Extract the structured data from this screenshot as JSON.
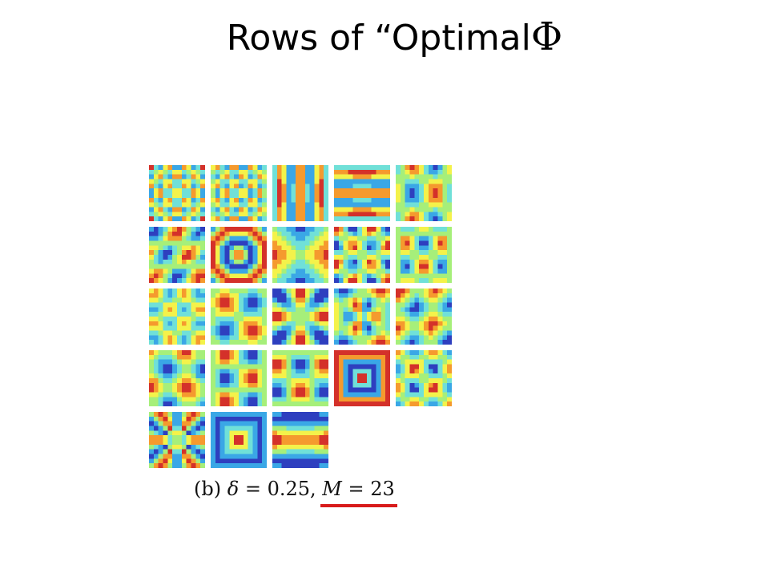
{
  "slide": {
    "title_text": "Rows of “Optimal",
    "title_symbol": "Φ"
  },
  "figure": {
    "rows": 5,
    "cols": 5,
    "tile_count": 23,
    "colormap": [
      "#2e3fbf",
      "#3aa7e6",
      "#70e0d8",
      "#a6ef7a",
      "#f4f24a",
      "#f59a2e",
      "#d4312a"
    ],
    "tiles": [
      {
        "pattern": "checker_fine"
      },
      {
        "pattern": "checker_fine2"
      },
      {
        "pattern": "stripes_vertical"
      },
      {
        "pattern": "stripes_horizontal"
      },
      {
        "pattern": "blobs_row"
      },
      {
        "pattern": "blobs_diag"
      },
      {
        "pattern": "ring_center"
      },
      {
        "pattern": "hourglass_x"
      },
      {
        "pattern": "pairs_grid"
      },
      {
        "pattern": "quad_cross"
      },
      {
        "pattern": "checker_soft"
      },
      {
        "pattern": "four_spots"
      },
      {
        "pattern": "star_radial"
      },
      {
        "pattern": "triangle_spots"
      },
      {
        "pattern": "diagonal_blobs"
      },
      {
        "pattern": "tilted_blobs"
      },
      {
        "pattern": "corner_wedges"
      },
      {
        "pattern": "side_wedges"
      },
      {
        "pattern": "square_ring"
      },
      {
        "pattern": "quad_dots"
      },
      {
        "pattern": "star_burst"
      },
      {
        "pattern": "square_center"
      },
      {
        "pattern": "bars_horizontal"
      }
    ]
  },
  "caption": {
    "label": "(b)",
    "delta_symbol": "δ",
    "equals": "=",
    "delta_value": "0.25,",
    "m_symbol": "M",
    "m_value": "23"
  }
}
